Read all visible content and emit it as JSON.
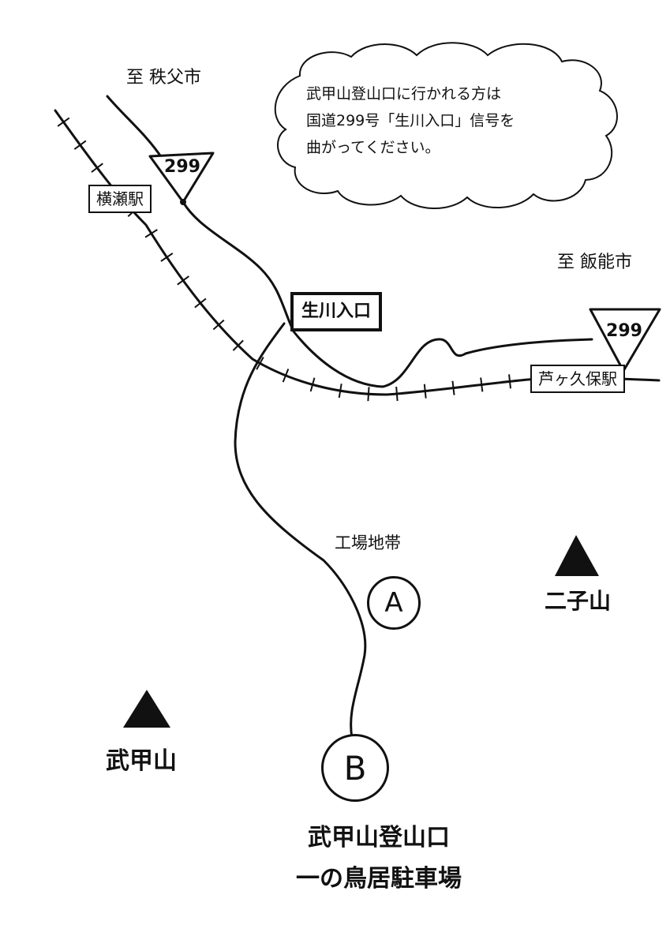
{
  "note": {
    "lines": [
      "武甲山登山口に行かれる方は",
      "国道299号「生川入口」信号を",
      "曲がってください。"
    ]
  },
  "directions": {
    "to_chichibu": "至 秩父市",
    "to_hanno": "至 飯能市"
  },
  "stations": {
    "yokoze": "横瀬駅",
    "ashigakubo": "芦ヶ久保駅"
  },
  "route_shields": {
    "north": "299",
    "east": "299"
  },
  "signal": {
    "name": "生川入口"
  },
  "area": {
    "factory": "工場地帯"
  },
  "points": {
    "a": "A",
    "b": "B"
  },
  "mountains": {
    "futago": "二子山",
    "bukou": "武甲山"
  },
  "destination": {
    "line1": "武甲山登山口",
    "line2": "一の鳥居駐車場"
  },
  "colors": {
    "ink": "#111111",
    "paper": "#ffffff"
  }
}
